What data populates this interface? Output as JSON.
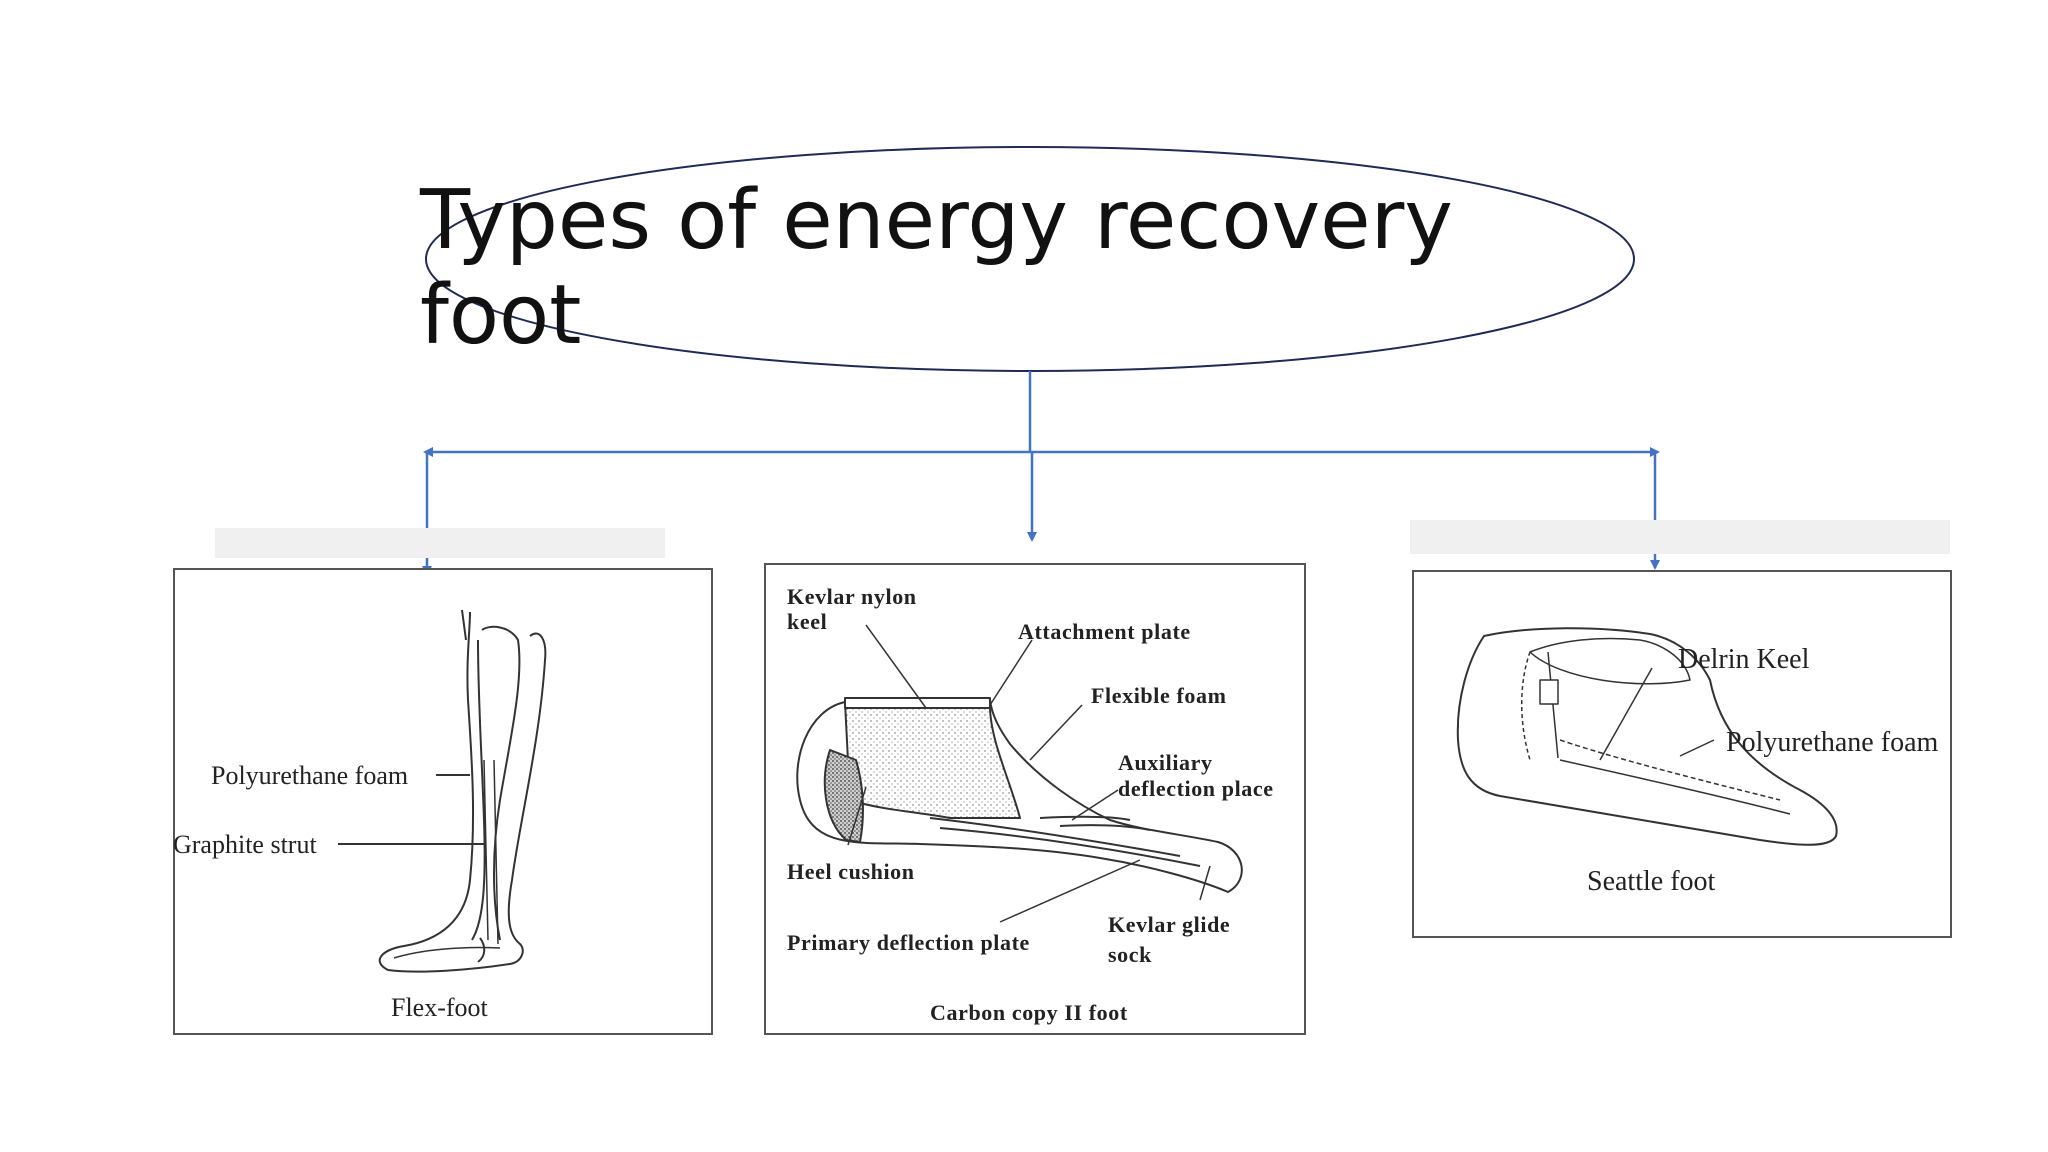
{
  "title": "Types of energy recovery foot",
  "colors": {
    "connector": "#4472C4",
    "ellipse_stroke": "#1F2A55",
    "figure_ink": "#333333"
  },
  "feet": [
    {
      "caption": "Flex-foot",
      "labels": [
        "Polyurethane foam",
        "Graphite strut"
      ]
    },
    {
      "caption": "Carbon copy II foot",
      "labels": [
        "Kevlar nylon",
        "keel",
        "Attachment plate",
        "Flexible foam",
        "Auxiliary",
        "deflection place",
        "Heel cushion",
        "Primary deflection plate",
        "Kevlar glide",
        "sock"
      ]
    },
    {
      "caption": "Seattle foot",
      "labels": [
        "Delrin Keel",
        "Polyurethane foam"
      ]
    }
  ]
}
